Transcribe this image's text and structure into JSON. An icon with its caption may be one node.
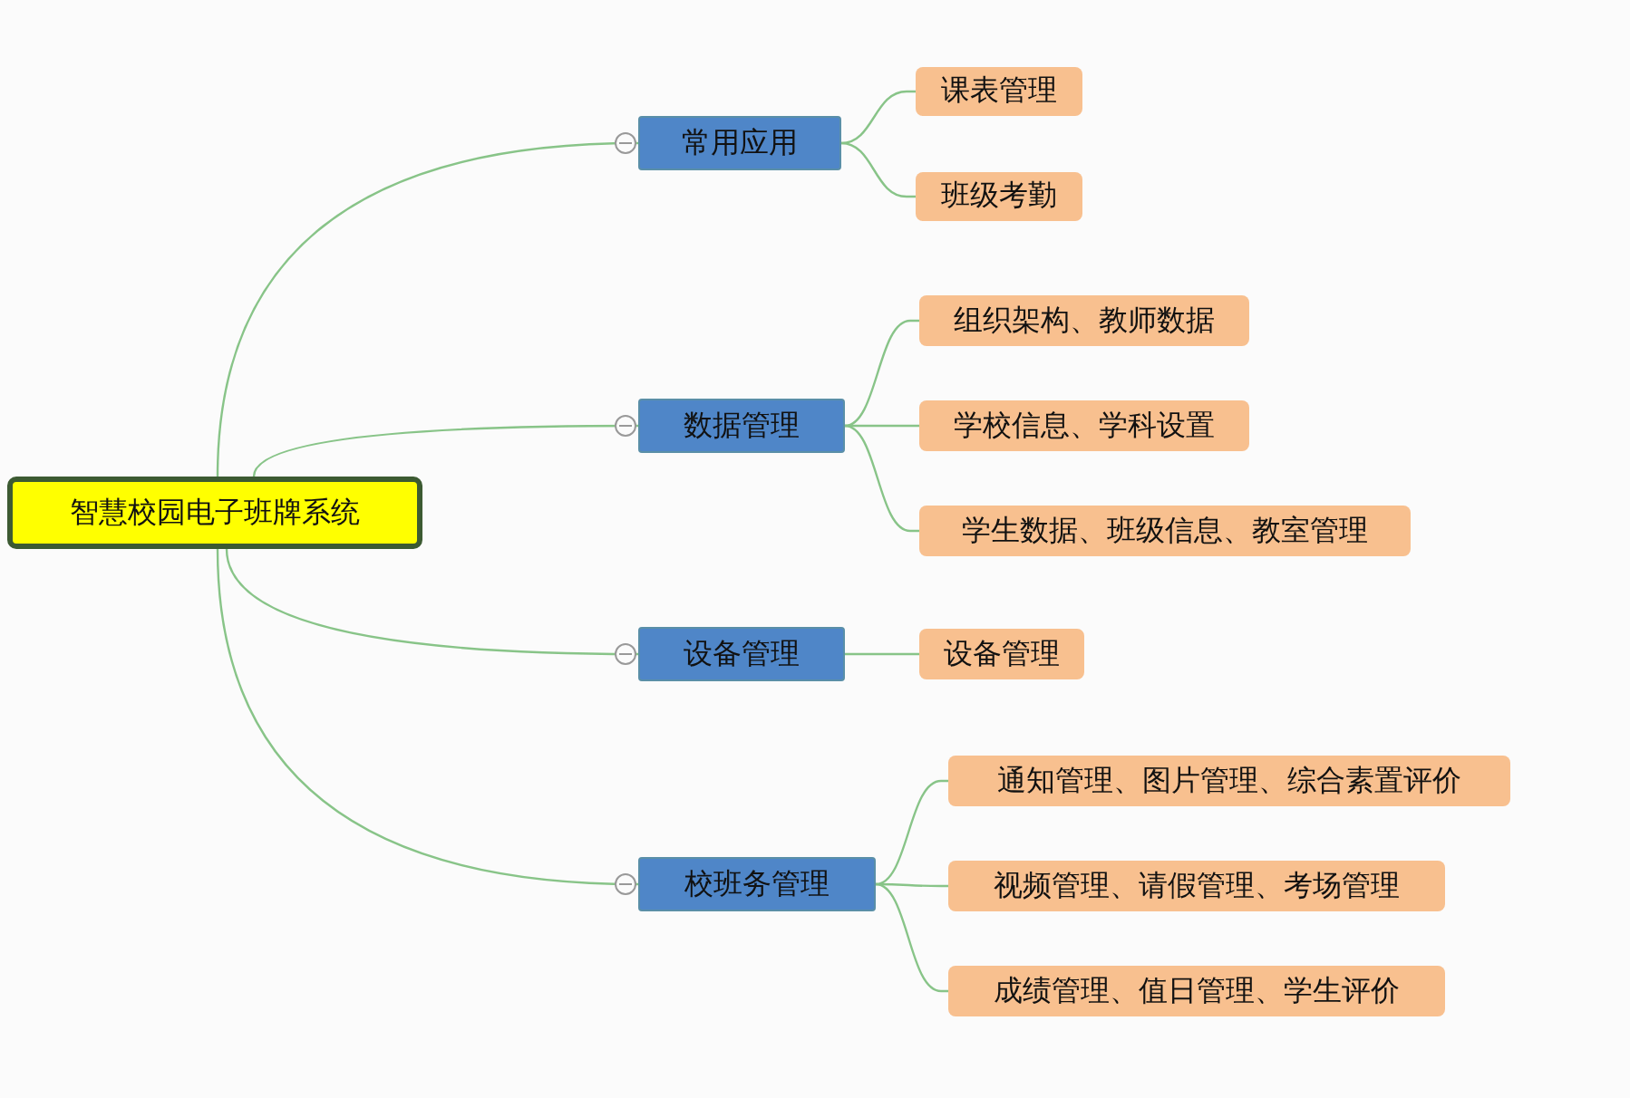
{
  "diagram": {
    "nodes": [
      {
        "text": [
          "智慧校园电子班牌系统"
        ]
      },
      {
        "text": [
          "常用应用"
        ]
      },
      {
        "text": [
          "课表管理"
        ]
      },
      {
        "text": [
          "班级考勤"
        ]
      },
      {
        "text": [
          "数据管理"
        ]
      },
      {
        "text": [
          "组织架构、教师数据"
        ]
      },
      {
        "text": [
          "学校信息、学科设置"
        ]
      },
      {
        "text": [
          "学生数据、班级信息、教室管理"
        ]
      },
      {
        "text": [
          "设备管理"
        ]
      },
      {
        "text": [
          "设备管理"
        ]
      },
      {
        "text": [
          "校班务管理"
        ]
      },
      {
        "text": [
          "通知管理、图片管理、综合素置评价"
        ]
      },
      {
        "text": [
          "视频管理、请假管理、考场管理"
        ]
      },
      {
        "text": [
          "成绩管理、值日管理、学生评价"
        ]
      }
    ],
    "edges": [
      {
        "from": 0,
        "to": 1,
        "arrow": "none"
      },
      {
        "from": 1,
        "to": 2,
        "arrow": "none"
      },
      {
        "from": 1,
        "to": 3,
        "arrow": "none"
      },
      {
        "from": 0,
        "to": 4,
        "arrow": "none"
      },
      {
        "from": 4,
        "to": 5,
        "arrow": "none"
      },
      {
        "from": 4,
        "to": 6,
        "arrow": "none"
      },
      {
        "from": 4,
        "to": 7,
        "arrow": "none"
      },
      {
        "from": 0,
        "to": 8,
        "arrow": "none"
      },
      {
        "from": 8,
        "to": 9,
        "arrow": "none"
      },
      {
        "from": 0,
        "to": 10,
        "arrow": "none"
      },
      {
        "from": 10,
        "to": 11,
        "arrow": "none"
      },
      {
        "from": 10,
        "to": 12,
        "arrow": "none"
      },
      {
        "from": 10,
        "to": 13,
        "arrow": "none"
      }
    ]
  }
}
